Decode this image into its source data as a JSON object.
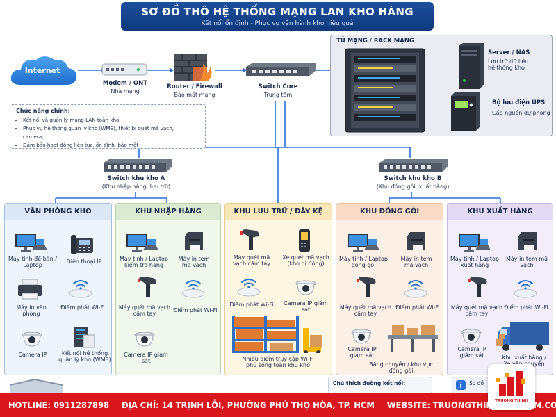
{
  "header": {
    "title": "SƠ ĐỒ THÔ HỆ THỐNG MẠNG LAN KHO HÀNG",
    "subtitle": "Kết nối ổn định - Phục vụ vận hành  kho hiệu quả"
  },
  "top": {
    "internet": "Internet",
    "modem_title": "Modem / ONT",
    "modem_sub": "Nhà mạng",
    "router_title": "Router / Firewall",
    "router_sub": "Bảo mật mạng",
    "core_title": "Switch Core",
    "core_sub": "Trung tâm"
  },
  "rack": {
    "title": "TỦ MẠNG / RACK MẠNG",
    "server_title": "Server / NAS",
    "server_sub": "Lưu trữ dữ liệu hệ thống kho",
    "ups_title": "Bộ lưu điện UPS",
    "ups_sub": "Cấp nguồn dự phòng"
  },
  "notes": {
    "title": "Chức năng chính:",
    "items": [
      "Kết nối và quản lý mạng LAN toàn kho",
      "Phục vụ hệ thống quản lý kho (WMS), thiết bị quét mã vạch, camera,...",
      "Đảm bảo hoạt động liên tục, ổn định, bảo mật"
    ]
  },
  "switch_a": {
    "title": "Switch khu kho A",
    "sub": "(Khu nhập hàng, lưu trữ)"
  },
  "switch_b": {
    "title": "Switch khu kho B",
    "sub": "(Khu đóng gói, xuất hàng)"
  },
  "zones": {
    "office": {
      "title": "VĂN PHÒNG KHO",
      "desktop": "Máy tính để bàn / Laptop",
      "ip_phone": "Điện thoại IP",
      "printer": "Máy in văn phòng",
      "wifi": "Điểm phát Wi-Fi",
      "camera": "Camera IP",
      "wms": "Kết nối hệ thống quản lý kho (WMS)"
    },
    "inbound": {
      "title": "KHU NHẬP HÀNG",
      "pc": "Máy tính / Laptop kiểm tra hàng",
      "label_printer": "Máy in tem mã vạch",
      "scanner": "Máy quét mã vạch cầm tay",
      "wifi": "Điểm phát Wi-Fi",
      "camera": "Camera IP giám sát"
    },
    "storage": {
      "title": "KHU LƯU TRỮ / DÃY KỆ",
      "scanner": "Máy quét mã vạch cầm tay",
      "mobile": "Xe quét mã vạch (kho di động)",
      "wifi": "Điểm phát Wi-Fi",
      "camera": "Camera IP giám sát",
      "caption": "Nhiều điểm truy cập Wi-Fi phủ sóng toàn khu kho"
    },
    "packing": {
      "title": "KHU ĐÓNG GÓI",
      "pc": "Máy tính / Laptop đóng gói",
      "label_printer": "Máy in tem mã vạch",
      "scanner": "Máy quét mã vạch cầm tay",
      "wifi": "Điểm phát Wi-Fi",
      "camera": "Camera IP giám sát",
      "conveyor": "Băng chuyền / khu vực đóng gói"
    },
    "outbound": {
      "title": "KHU XUẤT HÀNG",
      "pc": "Máy tính / Laptop xuất hàng",
      "label_printer": "Máy in tem mã vạch",
      "scanner": "Máy quét mã vạch cầm tay",
      "wifi": "Điểm phát Wi-Fi",
      "camera": "Camera IP giám sát",
      "truck": "Khu xuất hàng / Xe vận chuyển"
    }
  },
  "legend": {
    "title": "Chú thích đường kết nối:",
    "note": "Sơ đồ"
  },
  "footer": {
    "hotline": "HOTLINE: 0911287898",
    "address": "ĐỊA CHỈ: 14 TRỊNH LỖI, PHƯỜNG PHÚ THỌ HÒA, TP. HCM",
    "website": "WEBSITE: TRUONGTHINHTELECOM.COM"
  },
  "logo": {
    "text": "TRUONG THINH"
  },
  "colors": {
    "primary": "#1c4f9c",
    "link": "#2a6fd6",
    "footer": "#d8161b"
  }
}
